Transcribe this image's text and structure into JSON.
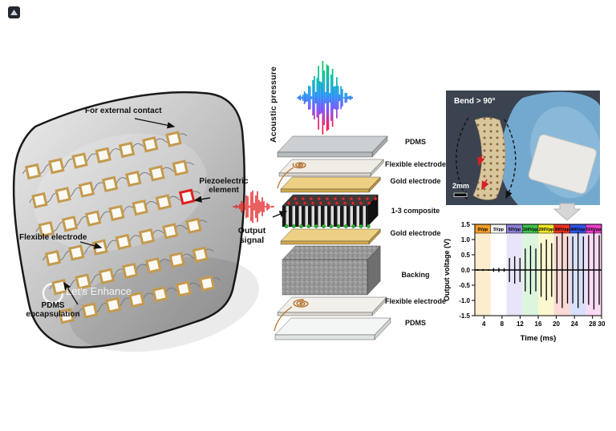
{
  "figure": {
    "left": {
      "label_external_contact": "For external contact",
      "label_piezo_element": "Piezoelectric element",
      "label_flexible_electrode": "Flexible electrode",
      "label_pdms": "PDMS encapsulation",
      "watermark": "Let's Enhance"
    },
    "middle": {
      "label_acoustic": "Acoustic pressure",
      "label_output": "Output signal",
      "layer_labels": [
        "PDMS",
        "Flexible electrode",
        "Gold electrode",
        "1-3 composite",
        "Gold electrode",
        "Backing",
        "Flexible electrode",
        "PDMS"
      ]
    },
    "photo": {
      "label_bend": "Bend > 90°",
      "label_scale": "2mm"
    },
    "colors": {
      "gold": "#d0a94e",
      "copper": "#b5712e",
      "composite_dark": "#1a1a1a",
      "output_red": "#e21b1b"
    }
  },
  "chart_data": {
    "type": "line",
    "title": "",
    "xlabel": "Time (ms)",
    "ylabel": "Output voltage (V)",
    "xlim": [
      2,
      30
    ],
    "ylim": [
      -1.5,
      1.5
    ],
    "xticks": [
      4,
      8,
      12,
      16,
      20,
      24,
      28,
      30
    ],
    "yticks": [
      -1.5,
      -1.0,
      -0.5,
      0.0,
      0.5,
      1.0,
      1.5
    ],
    "baseline": 0,
    "spikes_per_band": 3,
    "bands": [
      {
        "label": "0Vpp",
        "header_color": "#f59e2b",
        "band_color": "#fdeccd",
        "x0": 2,
        "x1": 5.5,
        "amp": 0.03
      },
      {
        "label": "5Vpp",
        "header_color": "#f0f0f0",
        "band_color": "#ffffff",
        "x0": 5.5,
        "x1": 9,
        "amp": 0.07
      },
      {
        "label": "50Vpp",
        "header_color": "#8e7fd6",
        "band_color": "#e9e4f9",
        "x0": 9,
        "x1": 12.5,
        "amp": 0.45
      },
      {
        "label": "100Vpp",
        "header_color": "#3fc24d",
        "band_color": "#dcf5df",
        "x0": 12.5,
        "x1": 16,
        "amp": 0.8
      },
      {
        "label": "200Vpp",
        "header_color": "#f3e428",
        "band_color": "#fbf7cf",
        "x0": 16,
        "x1": 19.5,
        "amp": 1.0
      },
      {
        "label": "300Vpp",
        "header_color": "#ee3124",
        "band_color": "#fbd9d6",
        "x0": 19.5,
        "x1": 23,
        "amp": 1.25
      },
      {
        "label": "400Vpp",
        "header_color": "#2f54e8",
        "band_color": "#d9e0fb",
        "x0": 23,
        "x1": 26.5,
        "amp": 1.25
      },
      {
        "label": "500Vpp",
        "header_color": "#ee3fd0",
        "band_color": "#fbdaf5",
        "x0": 26.5,
        "x1": 30,
        "amp": 1.3
      }
    ]
  }
}
